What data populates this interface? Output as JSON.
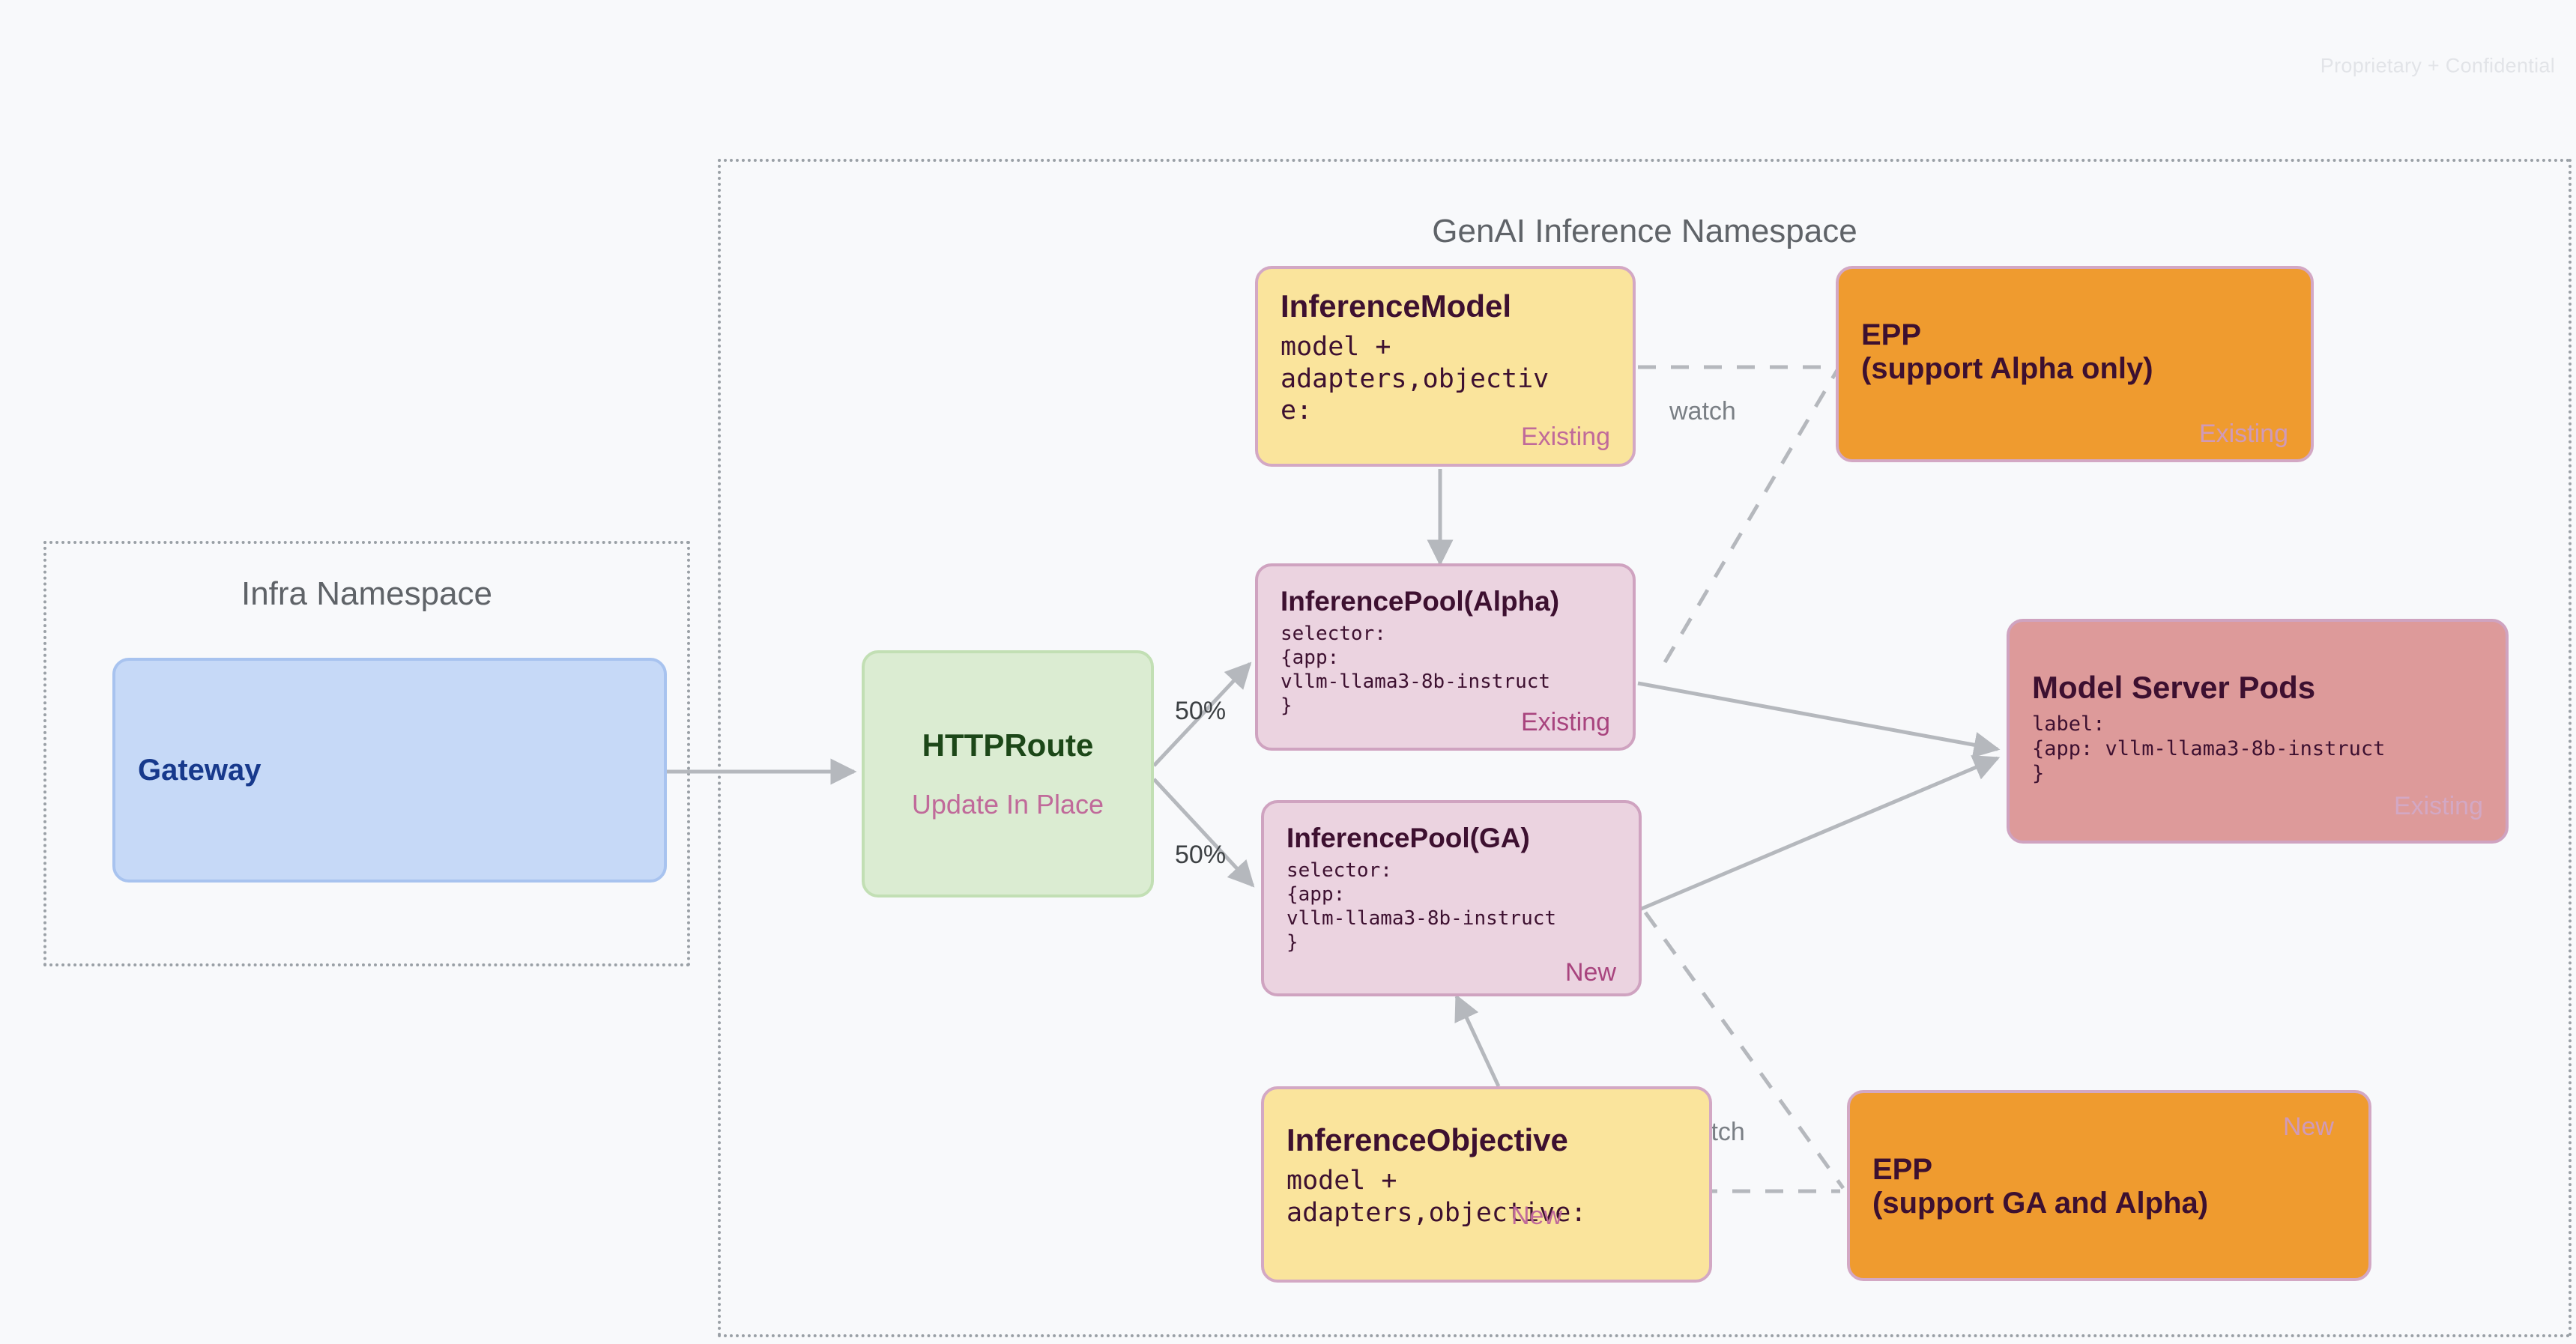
{
  "page": {
    "confidential_notice": "Proprietary + Confidential",
    "accent_colors": {
      "gateway_fill": "#c6d9f7",
      "gateway_text": "#17398c",
      "httproute_fill": "#dbecd2",
      "httproute_text": "#1c4718",
      "resource_yellow_fill": "#fae49c",
      "pool_pink_fill": "#ebd3e0",
      "epp_orange_fill": "#ef9b2f",
      "pods_red_fill": "#dd9a9a",
      "badge_new": "#a8447e",
      "badge_existing": "#c06a9a",
      "edge_gray": "#b0b3b8"
    }
  },
  "namespaces": {
    "infra": {
      "title": "Infra Namespace"
    },
    "genai": {
      "title": "GenAI Inference Namespace"
    }
  },
  "nodes": {
    "gateway": {
      "title": "Gateway"
    },
    "httproute": {
      "title": "HTTPRoute",
      "subtitle": "Update In Place"
    },
    "inference_model": {
      "title": "InferenceModel",
      "body": "model +\nadapters,objectiv\ne:",
      "badge": "Existing"
    },
    "inference_pool_alpha": {
      "title": "InferencePool(Alpha)",
      "body": "selector:\n{app:\nvllm-llama3-8b-instruct\n}",
      "badge": "Existing"
    },
    "inference_pool_ga": {
      "title": "InferencePool(GA)",
      "body": "selector:\n{app:\nvllm-llama3-8b-instruct\n}",
      "badge": "New"
    },
    "inference_objective": {
      "title": "InferenceObjective",
      "body": "model +\nadapters,objective:",
      "badge": "New"
    },
    "epp_alpha": {
      "title_line1": "EPP",
      "title_line2": "(support Alpha only)",
      "badge": "Existing"
    },
    "epp_ga": {
      "title_line1": "EPP",
      "title_line2": "(support GA and Alpha)",
      "badge": "New"
    },
    "model_server_pods": {
      "title": "Model Server Pods",
      "body": "label:\n{app: vllm-llama3-8b-instruct\n}",
      "badge": "Existing"
    }
  },
  "edges": {
    "split_alpha": "50%",
    "split_ga": "50%",
    "watch_top": "watch",
    "watch_bottom": "watch"
  }
}
